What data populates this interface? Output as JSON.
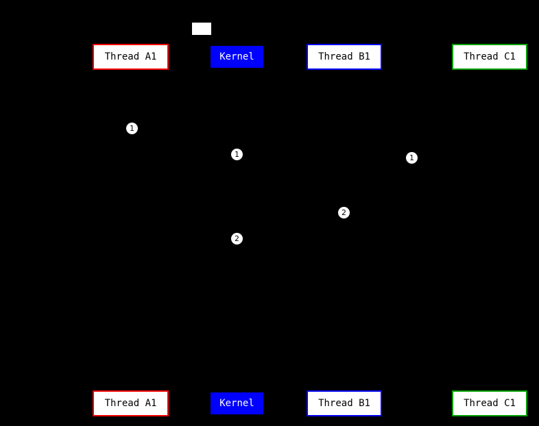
{
  "diagram": {
    "kind": "sequence-diagram-on-black-background",
    "background_color": "#000000",
    "marker": {
      "color": "#ffffff",
      "description": "small white rectangle near top of diagram"
    },
    "participants": [
      {
        "id": "thread-a1",
        "label": "Thread A1",
        "border_color": "#ff0000",
        "fill_color": "#ffffff",
        "text_color": "#000000"
      },
      {
        "id": "kernel",
        "label": "Kernel",
        "border_color": "#0000ff",
        "fill_color": "#0000ff",
        "text_color": "#ffffff"
      },
      {
        "id": "thread-b1",
        "label": "Thread B1",
        "border_color": "#0000ff",
        "fill_color": "#ffffff",
        "text_color": "#000000"
      },
      {
        "id": "thread-c1",
        "label": "Thread C1",
        "border_color": "#00a000",
        "fill_color": "#ffffff",
        "text_color": "#000000"
      }
    ],
    "badges": [
      {
        "number": "1"
      },
      {
        "number": "1"
      },
      {
        "number": "1"
      },
      {
        "number": "2"
      },
      {
        "number": "2"
      }
    ]
  }
}
